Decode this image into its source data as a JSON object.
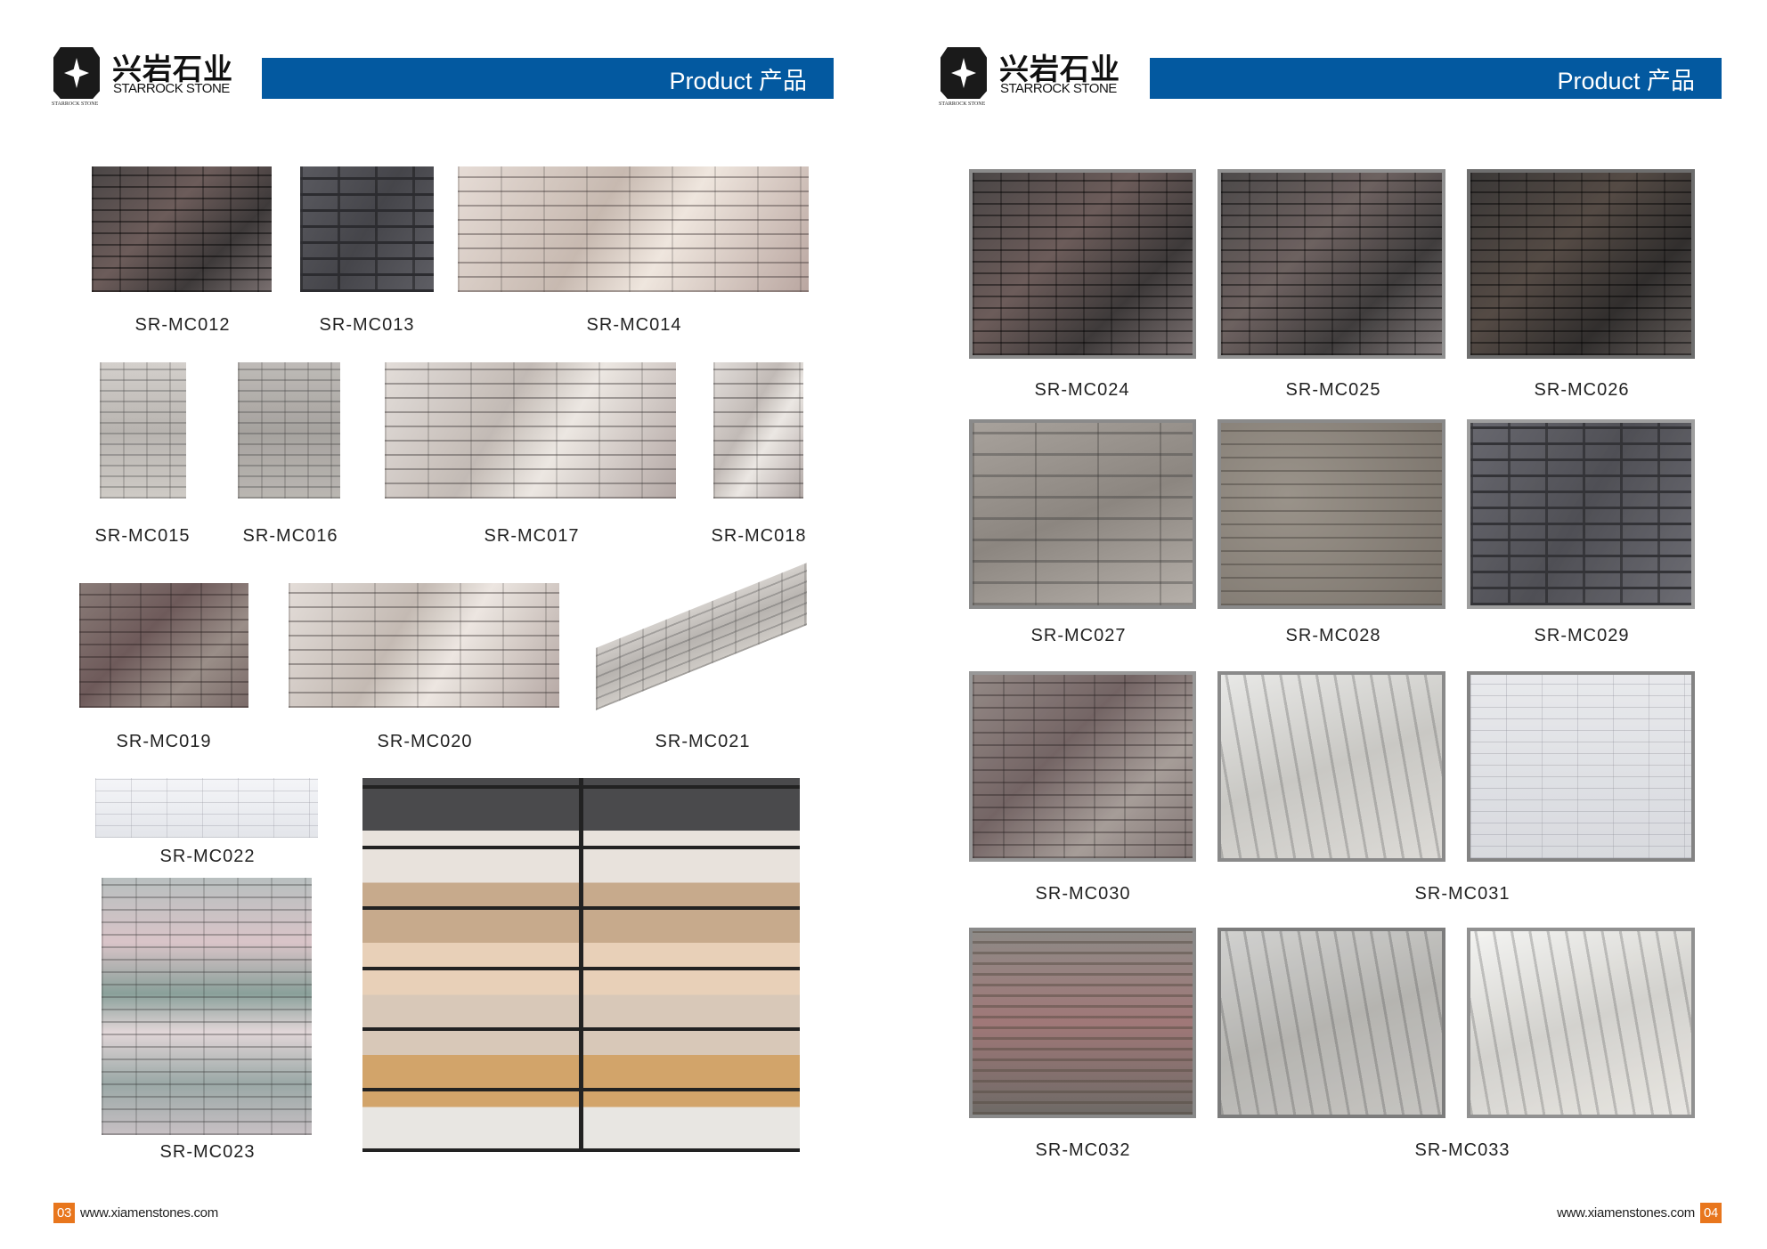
{
  "brand": {
    "name_cn": "兴岩石业",
    "name_en": "STARROCK STONE",
    "mark_text": "STARROCK STONE"
  },
  "header": {
    "title": "Product 产品"
  },
  "left_page": {
    "page_number": "03",
    "website": "www.xiamenstones.com",
    "products": [
      "SR-MC012",
      "SR-MC013",
      "SR-MC014",
      "SR-MC015",
      "SR-MC016",
      "SR-MC017",
      "SR-MC018",
      "SR-MC019",
      "SR-MC020",
      "SR-MC021",
      "SR-MC022",
      "SR-MC023"
    ]
  },
  "right_page": {
    "page_number": "04",
    "website": "www.xiamenstones.com",
    "products": [
      "SR-MC024",
      "SR-MC025",
      "SR-MC026",
      "SR-MC027",
      "SR-MC028",
      "SR-MC029",
      "SR-MC030",
      "SR-MC031",
      "SR-MC032",
      "SR-MC033"
    ]
  },
  "colors": {
    "header_bar": "#0359a0",
    "page_badge": "#e8761d"
  }
}
